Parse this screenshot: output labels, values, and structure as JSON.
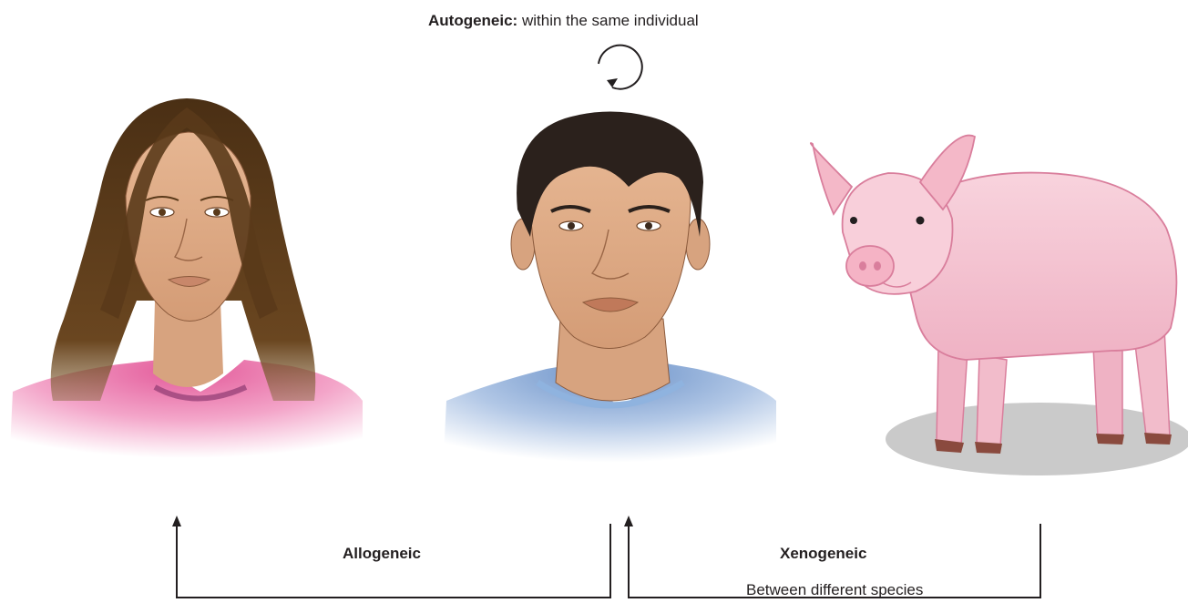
{
  "autogeneic": {
    "term": "Autogeneic:",
    "description": " within the same individual"
  },
  "allogeneic": {
    "term": "Allogeneic"
  },
  "xenogeneic": {
    "term": "Xenogeneic",
    "description": "Between different species"
  },
  "figures": {
    "woman": "woman-illustration",
    "man": "man-illustration",
    "pig": "pig-illustration"
  },
  "colors": {
    "line": "#231f20",
    "skin": "#e2b08d",
    "woman_hair": "#5a3a1a",
    "man_hair": "#2b211c",
    "woman_shirt": "#e0488f",
    "man_shirt": "#5b86c3",
    "pig_body": "#f6c6d3",
    "pig_outline": "#d97e9c",
    "pig_shadow": "#c9c9c9"
  }
}
